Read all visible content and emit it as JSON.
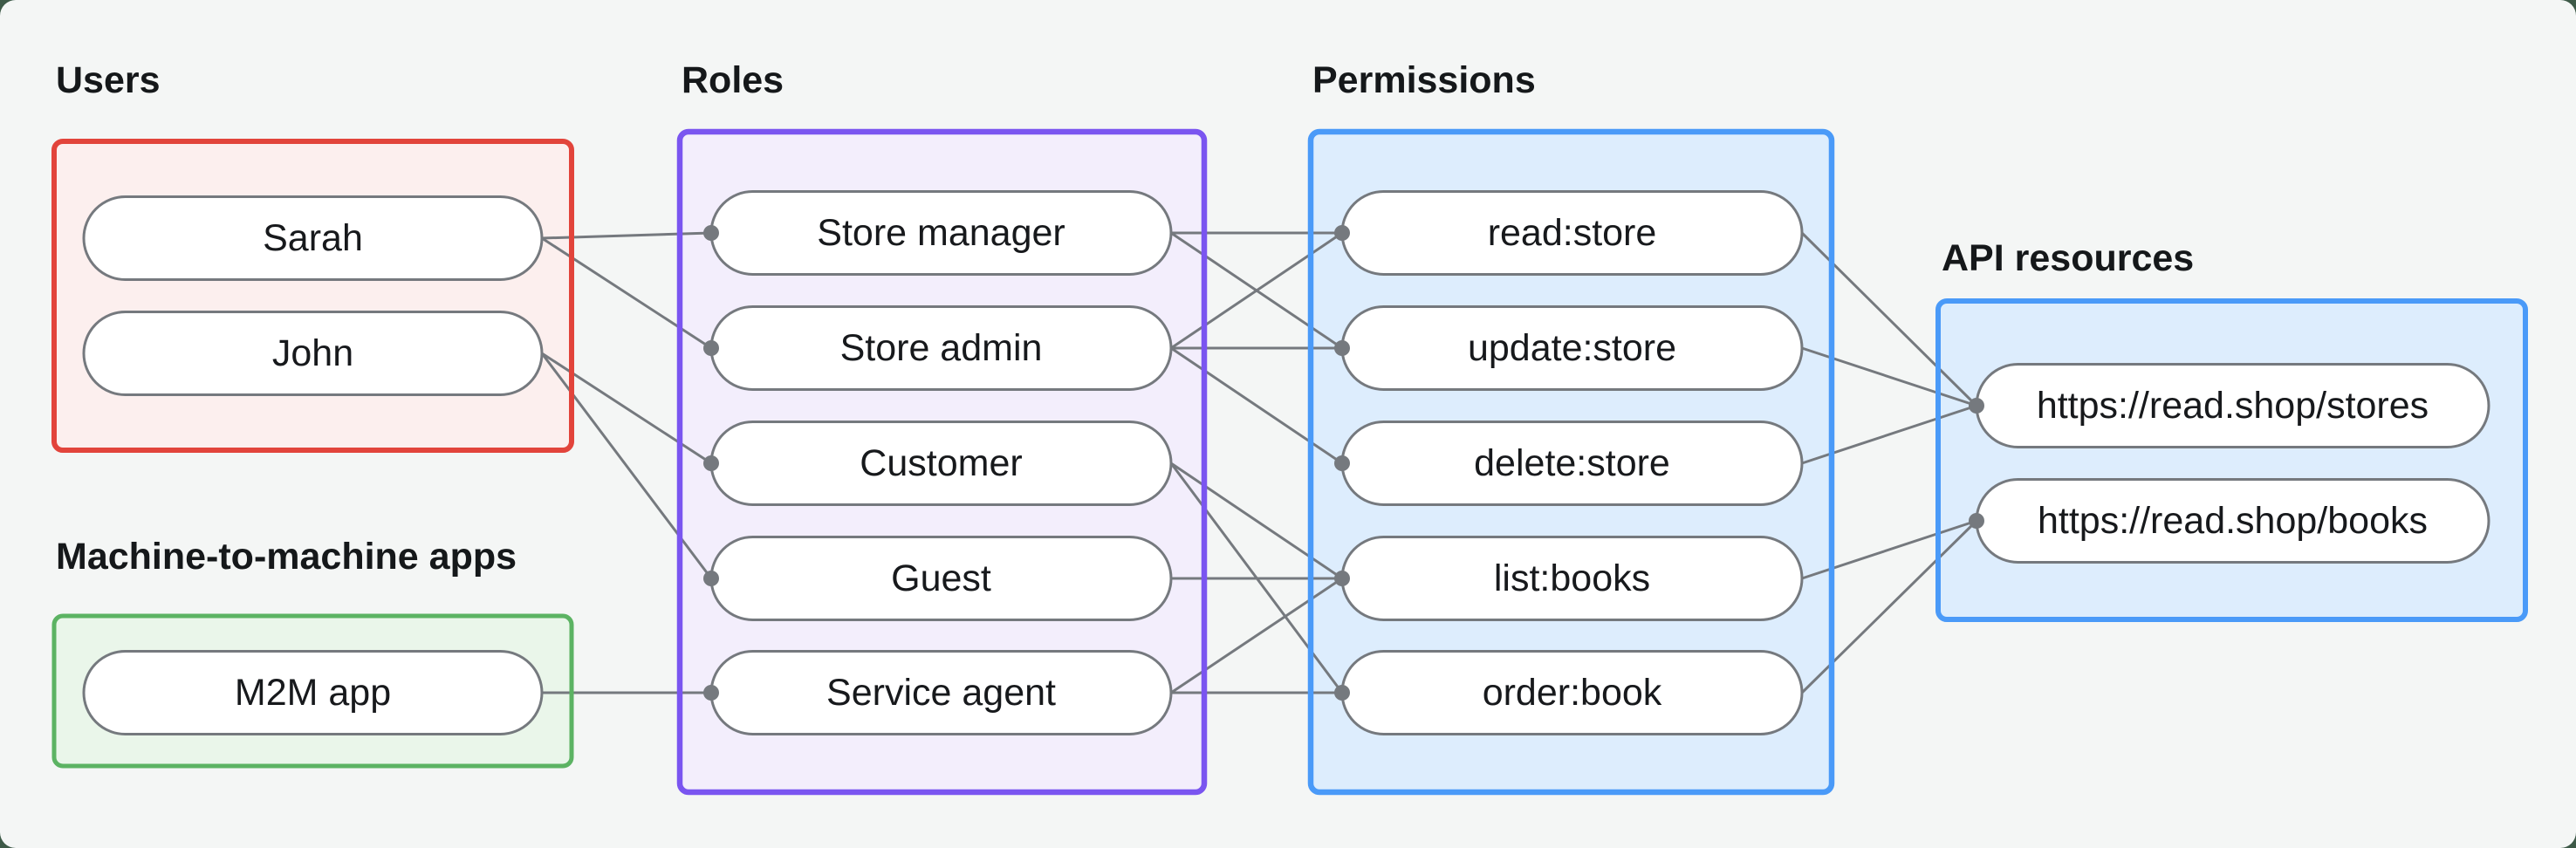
{
  "diagram": {
    "groups": {
      "users": {
        "label": "Users"
      },
      "m2m": {
        "label": "Machine-to-machine apps"
      },
      "roles": {
        "label": "Roles"
      },
      "permissions": {
        "label": "Permissions"
      },
      "api": {
        "label": "API resources"
      }
    },
    "nodes": {
      "sarah": {
        "label": "Sarah",
        "group": "users"
      },
      "john": {
        "label": "John",
        "group": "users"
      },
      "m2m_app": {
        "label": "M2M app",
        "group": "m2m"
      },
      "store_manager": {
        "label": "Store manager",
        "group": "roles"
      },
      "store_admin": {
        "label": "Store admin",
        "group": "roles"
      },
      "customer": {
        "label": "Customer",
        "group": "roles"
      },
      "guest": {
        "label": "Guest",
        "group": "roles"
      },
      "service_agent": {
        "label": "Service agent",
        "group": "roles"
      },
      "read_store": {
        "label": "read:store",
        "group": "permissions"
      },
      "update_store": {
        "label": "update:store",
        "group": "permissions"
      },
      "delete_store": {
        "label": "delete:store",
        "group": "permissions"
      },
      "list_books": {
        "label": "list:books",
        "group": "permissions"
      },
      "order_book": {
        "label": "order:book",
        "group": "permissions"
      },
      "stores_api": {
        "label": "https://read.shop/stores",
        "group": "api"
      },
      "books_api": {
        "label": "https://read.shop/books",
        "group": "api"
      }
    },
    "edges": [
      {
        "from": "sarah",
        "to": "store_manager"
      },
      {
        "from": "sarah",
        "to": "store_admin"
      },
      {
        "from": "john",
        "to": "customer"
      },
      {
        "from": "john",
        "to": "guest"
      },
      {
        "from": "m2m_app",
        "to": "service_agent"
      },
      {
        "from": "store_manager",
        "to": "read_store"
      },
      {
        "from": "store_manager",
        "to": "update_store"
      },
      {
        "from": "store_admin",
        "to": "read_store"
      },
      {
        "from": "store_admin",
        "to": "update_store"
      },
      {
        "from": "store_admin",
        "to": "delete_store"
      },
      {
        "from": "customer",
        "to": "list_books"
      },
      {
        "from": "customer",
        "to": "order_book"
      },
      {
        "from": "guest",
        "to": "list_books"
      },
      {
        "from": "service_agent",
        "to": "list_books"
      },
      {
        "from": "service_agent",
        "to": "order_book"
      },
      {
        "from": "read_store",
        "to": "stores_api"
      },
      {
        "from": "update_store",
        "to": "stores_api"
      },
      {
        "from": "delete_store",
        "to": "stores_api"
      },
      {
        "from": "list_books",
        "to": "books_api"
      },
      {
        "from": "order_book",
        "to": "books_api"
      }
    ],
    "colors": {
      "panel_background": "#f4f6f5",
      "frame_background": "#3e5a48",
      "users_border": "#e2443b",
      "users_fill": "#fcefee",
      "m2m_border": "#5cb363",
      "m2m_fill": "#eaf6ea",
      "roles_border": "#7a55f0",
      "roles_fill": "#f3eefc",
      "permissions_border": "#4a9af8",
      "permissions_fill": "#ddedfd",
      "api_border": "#4a9af8",
      "api_fill": "#ddedfd",
      "node_fill": "#ffffff",
      "node_border": "#75797e",
      "edge": "#75797e",
      "text": "#17191c"
    }
  }
}
